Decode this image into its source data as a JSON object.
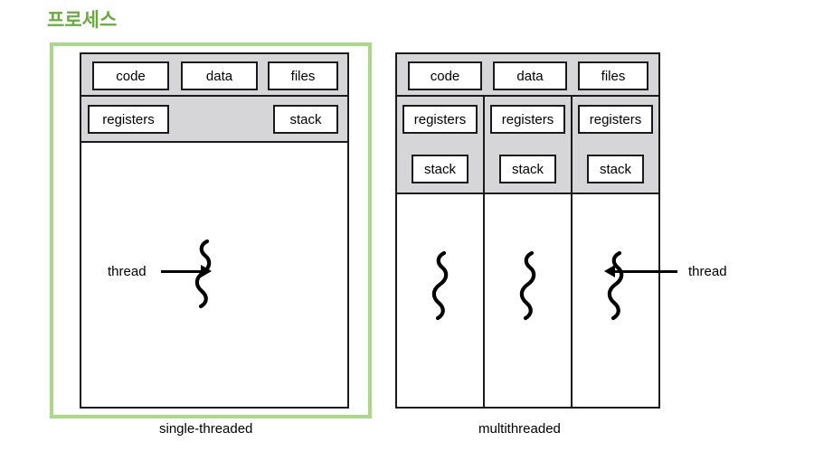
{
  "title": "프로세스",
  "theme": {
    "title_color": "#6aaa3f",
    "frame_color": "#a9d888",
    "band_color": "#d6d5d8",
    "line_color": "#1a1a1a",
    "background": "#ffffff"
  },
  "single_threaded": {
    "caption": "single-threaded",
    "memory_row": [
      {
        "label": "code"
      },
      {
        "label": "data"
      },
      {
        "label": "files"
      }
    ],
    "thread_row": [
      {
        "label": "registers"
      },
      {
        "label": "stack"
      }
    ],
    "thread_annotation": {
      "label": "thread",
      "arrow_direction": "right",
      "icon": "thread-squiggle-icon"
    }
  },
  "multithreaded": {
    "caption": "multithreaded",
    "memory_row": [
      {
        "label": "code"
      },
      {
        "label": "data"
      },
      {
        "label": "files"
      }
    ],
    "threads": [
      {
        "registers": "registers",
        "stack": "stack",
        "icon": "thread-squiggle-icon"
      },
      {
        "registers": "registers",
        "stack": "stack",
        "icon": "thread-squiggle-icon"
      },
      {
        "registers": "registers",
        "stack": "stack",
        "icon": "thread-squiggle-icon"
      }
    ],
    "thread_annotation": {
      "label": "thread",
      "arrow_direction": "left",
      "icon": "thread-squiggle-icon"
    }
  }
}
